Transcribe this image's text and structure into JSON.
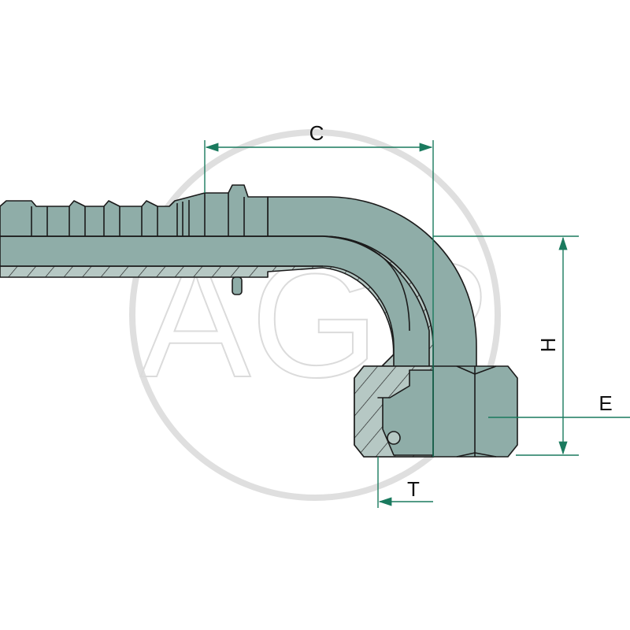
{
  "watermark": {
    "text": "AGP",
    "color": "#d9d9d9"
  },
  "colors": {
    "body": "#8fada8",
    "section": "#b6c8c4",
    "outline": "#1b1b1b",
    "dimension": "#1a7a5e"
  },
  "dimensions": {
    "c": {
      "label": "C"
    },
    "h": {
      "label": "H"
    },
    "e": {
      "label": "E"
    },
    "t": {
      "label": "T"
    }
  }
}
